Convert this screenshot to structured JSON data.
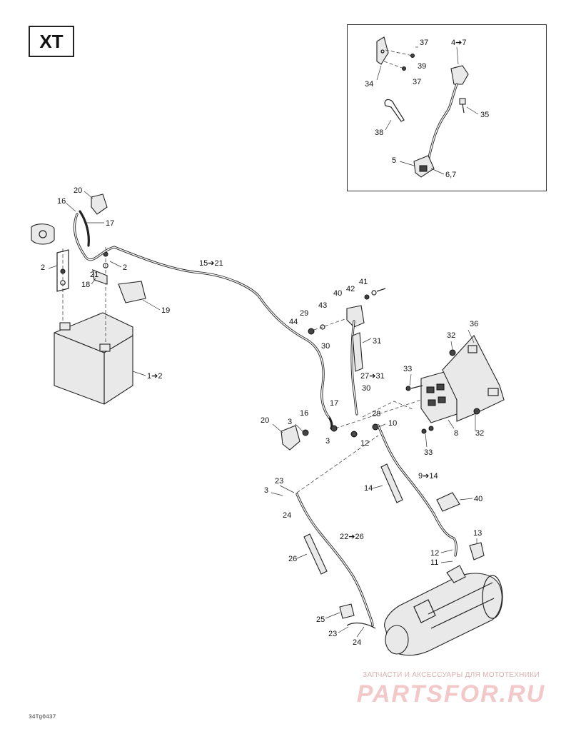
{
  "model_tag": "XT",
  "drawing_code": "34Tg0437",
  "watermark": {
    "tagline": "ЗАПЧАСТИ И АКСЕССУАРЫ ДЛЯ МОТОТЕХНИКИ",
    "brand": "PARTSFOR.RU"
  },
  "inset_labels": [
    "37",
    "37",
    "39",
    "34",
    "4➔7",
    "35",
    "38",
    "5",
    "6,7"
  ],
  "main_labels": [
    "20",
    "16",
    "17",
    "2",
    "2",
    "18",
    "21",
    "15➔21",
    "19",
    "1➔2",
    "41",
    "42",
    "40",
    "43",
    "29",
    "44",
    "30",
    "31",
    "36",
    "32",
    "33",
    "27➔31",
    "30",
    "17",
    "16",
    "28",
    "20",
    "3",
    "3",
    "10",
    "12",
    "8",
    "32",
    "33",
    "9➔14",
    "14",
    "40",
    "23",
    "3",
    "24",
    "22➔26",
    "26",
    "13",
    "12",
    "11",
    "25",
    "23",
    "24"
  ]
}
